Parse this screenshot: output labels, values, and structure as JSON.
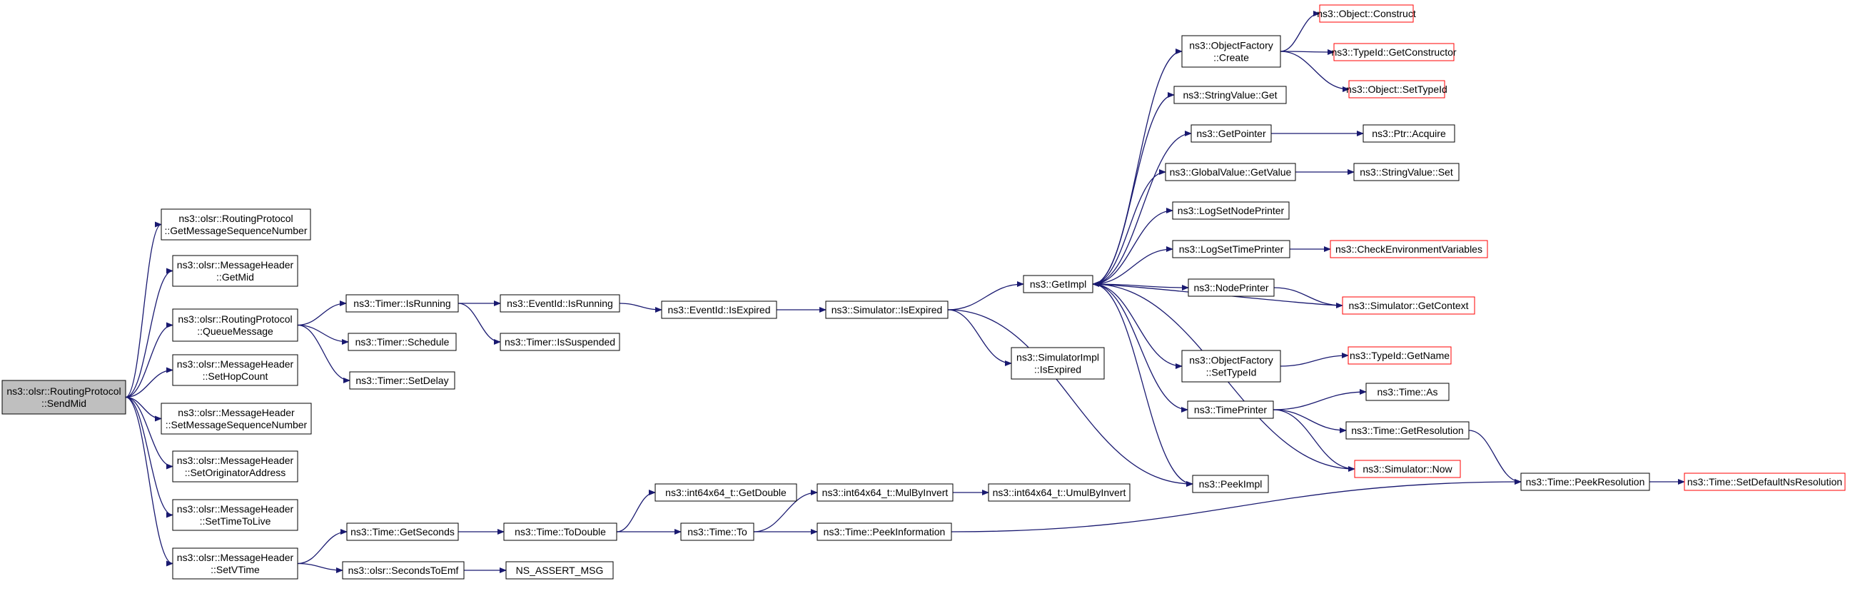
{
  "graph": {
    "colors": {
      "edge": "#191970",
      "box_border": "#000000",
      "box_border_truncated": "#ff0000",
      "root_fill": "#bfbfbf",
      "box_fill": "#ffffff",
      "text": "#000000"
    },
    "nodes": [
      {
        "id": "sendmid",
        "lines": [
          "ns3::olsr::RoutingProtocol",
          "::SendMid"
        ],
        "root": true
      },
      {
        "id": "getmsgseq",
        "lines": [
          "ns3::olsr::RoutingProtocol",
          "::GetMessageSequenceNumber"
        ]
      },
      {
        "id": "getmid",
        "lines": [
          "ns3::olsr::MessageHeader",
          "::GetMid"
        ]
      },
      {
        "id": "queuemsg",
        "lines": [
          "ns3::olsr::RoutingProtocol",
          "::QueueMessage"
        ]
      },
      {
        "id": "sethop",
        "lines": [
          "ns3::olsr::MessageHeader",
          "::SetHopCount"
        ]
      },
      {
        "id": "setmsgseq",
        "lines": [
          "ns3::olsr::MessageHeader",
          "::SetMessageSequenceNumber"
        ]
      },
      {
        "id": "setorig",
        "lines": [
          "ns3::olsr::MessageHeader",
          "::SetOriginatorAddress"
        ]
      },
      {
        "id": "setttl",
        "lines": [
          "ns3::olsr::MessageHeader",
          "::SetTimeToLive"
        ]
      },
      {
        "id": "setvtime",
        "lines": [
          "ns3::olsr::MessageHeader",
          "::SetVTime"
        ]
      },
      {
        "id": "timerisrunning",
        "lines": [
          "ns3::Timer::IsRunning"
        ]
      },
      {
        "id": "timerschedule",
        "lines": [
          "ns3::Timer::Schedule"
        ]
      },
      {
        "id": "timersetdelay",
        "lines": [
          "ns3::Timer::SetDelay"
        ]
      },
      {
        "id": "eventisrunning",
        "lines": [
          "ns3::EventId::IsRunning"
        ]
      },
      {
        "id": "timerissuspended",
        "lines": [
          "ns3::Timer::IsSuspended"
        ]
      },
      {
        "id": "eventisexpired",
        "lines": [
          "ns3::EventId::IsExpired"
        ]
      },
      {
        "id": "simisexpired",
        "lines": [
          "ns3::Simulator::IsExpired"
        ]
      },
      {
        "id": "getimpl",
        "lines": [
          "ns3::GetImpl"
        ]
      },
      {
        "id": "simimplisexpired",
        "lines": [
          "ns3::SimulatorImpl",
          "::IsExpired"
        ]
      },
      {
        "id": "objfactcreate",
        "lines": [
          "ns3::ObjectFactory",
          "::Create"
        ]
      },
      {
        "id": "objconstruct",
        "lines": [
          "ns3::Object::Construct"
        ],
        "truncated": true
      },
      {
        "id": "typeidgetctor",
        "lines": [
          "ns3::TypeId::GetConstructor"
        ],
        "truncated": true
      },
      {
        "id": "objsettypeid",
        "lines": [
          "ns3::Object::SetTypeId"
        ],
        "truncated": true
      },
      {
        "id": "stringvalueget",
        "lines": [
          "ns3::StringValue::Get"
        ]
      },
      {
        "id": "getpointer",
        "lines": [
          "ns3::GetPointer"
        ]
      },
      {
        "id": "ptracquire",
        "lines": [
          "ns3::Ptr::Acquire"
        ]
      },
      {
        "id": "globalvalueget",
        "lines": [
          "ns3::GlobalValue::GetValue"
        ]
      },
      {
        "id": "stringvalueset",
        "lines": [
          "ns3::StringValue::Set"
        ]
      },
      {
        "id": "logsetnode",
        "lines": [
          "ns3::LogSetNodePrinter"
        ]
      },
      {
        "id": "logsettime",
        "lines": [
          "ns3::LogSetTimePrinter"
        ]
      },
      {
        "id": "checkenv",
        "lines": [
          "ns3::CheckEnvironmentVariables"
        ],
        "truncated": true
      },
      {
        "id": "nodeprinter",
        "lines": [
          "ns3::NodePrinter"
        ]
      },
      {
        "id": "simgetcontext",
        "lines": [
          "ns3::Simulator::GetContext"
        ],
        "truncated": true
      },
      {
        "id": "objfactsettypeid",
        "lines": [
          "ns3::ObjectFactory",
          "::SetTypeId"
        ]
      },
      {
        "id": "typeidgetname",
        "lines": [
          "ns3::TypeId::GetName"
        ],
        "truncated": true
      },
      {
        "id": "timeprinter",
        "lines": [
          "ns3::TimePrinter"
        ]
      },
      {
        "id": "timeas",
        "lines": [
          "ns3::Time::As"
        ]
      },
      {
        "id": "timegetres",
        "lines": [
          "ns3::Time::GetResolution"
        ]
      },
      {
        "id": "simnow",
        "lines": [
          "ns3::Simulator::Now"
        ],
        "truncated": true
      },
      {
        "id": "peekimpl",
        "lines": [
          "ns3::PeekImpl"
        ]
      },
      {
        "id": "timepeekres",
        "lines": [
          "ns3::Time::PeekResolution"
        ]
      },
      {
        "id": "timesetdefault",
        "lines": [
          "ns3::Time::SetDefaultNsResolution"
        ],
        "truncated": true
      },
      {
        "id": "timegetseconds",
        "lines": [
          "ns3::Time::GetSeconds"
        ]
      },
      {
        "id": "timetodouble",
        "lines": [
          "ns3::Time::ToDouble"
        ]
      },
      {
        "id": "int64getdouble",
        "lines": [
          "ns3::int64x64_t::GetDouble"
        ]
      },
      {
        "id": "timeto",
        "lines": [
          "ns3::Time::To"
        ]
      },
      {
        "id": "int64mulbyinvert",
        "lines": [
          "ns3::int64x64_t::MulByInvert"
        ]
      },
      {
        "id": "int64umulbyinvert",
        "lines": [
          "ns3::int64x64_t::UmulByInvert"
        ]
      },
      {
        "id": "timepeekinfo",
        "lines": [
          "ns3::Time::PeekInformation"
        ]
      },
      {
        "id": "secondstoemf",
        "lines": [
          "ns3::olsr::SecondsToEmf"
        ]
      },
      {
        "id": "nsassertmsg",
        "lines": [
          "NS_ASSERT_MSG"
        ]
      }
    ],
    "edges": [
      [
        "sendmid",
        "getmsgseq"
      ],
      [
        "sendmid",
        "getmid"
      ],
      [
        "sendmid",
        "queuemsg"
      ],
      [
        "sendmid",
        "sethop"
      ],
      [
        "sendmid",
        "setmsgseq"
      ],
      [
        "sendmid",
        "setorig"
      ],
      [
        "sendmid",
        "setttl"
      ],
      [
        "sendmid",
        "setvtime"
      ],
      [
        "queuemsg",
        "timerisrunning"
      ],
      [
        "queuemsg",
        "timerschedule"
      ],
      [
        "queuemsg",
        "timersetdelay"
      ],
      [
        "timerisrunning",
        "eventisrunning"
      ],
      [
        "timerisrunning",
        "timerissuspended"
      ],
      [
        "eventisrunning",
        "eventisexpired"
      ],
      [
        "eventisexpired",
        "simisexpired"
      ],
      [
        "simisexpired",
        "getimpl"
      ],
      [
        "simisexpired",
        "simimplisexpired"
      ],
      [
        "simisexpired",
        "peekimpl"
      ],
      [
        "getimpl",
        "objfactcreate"
      ],
      [
        "getimpl",
        "stringvalueget"
      ],
      [
        "getimpl",
        "getpointer"
      ],
      [
        "getimpl",
        "globalvalueget"
      ],
      [
        "getimpl",
        "logsetnode"
      ],
      [
        "getimpl",
        "logsettime"
      ],
      [
        "getimpl",
        "nodeprinter"
      ],
      [
        "getimpl",
        "objfactsettypeid"
      ],
      [
        "getimpl",
        "timeprinter"
      ],
      [
        "getimpl",
        "peekimpl"
      ],
      [
        "objfactcreate",
        "objconstruct"
      ],
      [
        "objfactcreate",
        "typeidgetctor"
      ],
      [
        "objfactcreate",
        "objsettypeid"
      ],
      [
        "getpointer",
        "ptracquire"
      ],
      [
        "globalvalueget",
        "stringvalueset"
      ],
      [
        "logsettime",
        "checkenv"
      ],
      [
        "nodeprinter",
        "simgetcontext"
      ],
      [
        "simgetcontext",
        "getimpl"
      ],
      [
        "objfactsettypeid",
        "typeidgetname"
      ],
      [
        "timeprinter",
        "timeas"
      ],
      [
        "timeprinter",
        "timegetres"
      ],
      [
        "timeprinter",
        "simnow"
      ],
      [
        "simnow",
        "getimpl"
      ],
      [
        "timegetres",
        "timepeekres"
      ],
      [
        "timepeekres",
        "timesetdefault"
      ],
      [
        "setvtime",
        "timegetseconds"
      ],
      [
        "setvtime",
        "secondstoemf"
      ],
      [
        "timegetseconds",
        "timetodouble"
      ],
      [
        "timetodouble",
        "int64getdouble"
      ],
      [
        "timetodouble",
        "timeto"
      ],
      [
        "timeto",
        "int64mulbyinvert"
      ],
      [
        "timeto",
        "timepeekinfo"
      ],
      [
        "int64mulbyinvert",
        "int64umulbyinvert"
      ],
      [
        "timepeekinfo",
        "timepeekres"
      ],
      [
        "secondstoemf",
        "nsassertmsg"
      ]
    ]
  }
}
